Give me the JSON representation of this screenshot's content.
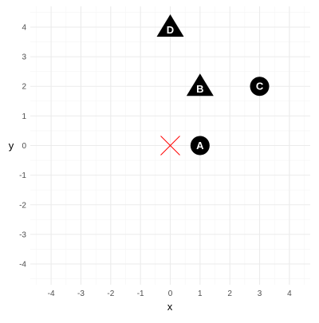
{
  "chart_data": {
    "type": "scatter",
    "title": "",
    "xlabel": "x",
    "ylabel": "y",
    "xlim": [
      -4.7,
      4.7
    ],
    "ylim": [
      -4.7,
      4.7
    ],
    "grid": true,
    "x_ticks": [
      -4,
      -3,
      -2,
      -1,
      0,
      1,
      2,
      3,
      4
    ],
    "y_ticks": [
      -4,
      -3,
      -2,
      -1,
      0,
      1,
      2,
      3,
      4
    ],
    "tick_labels_x": [
      "-4",
      "-3",
      "-2",
      "-1",
      "0",
      "1",
      "2",
      "3",
      "4"
    ],
    "tick_labels_y": [
      "-4",
      "-3",
      "-2",
      "-1",
      "0",
      "1",
      "2",
      "3",
      "4"
    ],
    "points": [
      {
        "label": "A",
        "x": 1,
        "y": 0,
        "shape": "circle",
        "color": "#000000"
      },
      {
        "label": "B",
        "x": 1,
        "y": 2,
        "shape": "triangle",
        "color": "#000000"
      },
      {
        "label": "C",
        "x": 3,
        "y": 2,
        "shape": "circle",
        "color": "#000000"
      },
      {
        "label": "D",
        "x": 0,
        "y": 4,
        "shape": "triangle",
        "color": "#000000"
      }
    ],
    "origin_marker": {
      "x": 0,
      "y": 0,
      "shape": "cross",
      "color": "#ff0000"
    },
    "colors": {
      "background": "#ffffff",
      "grid_major": "#ebebeb",
      "grid_minor": "#f5f5f5",
      "point_fill": "#000000",
      "point_text": "#ffffff",
      "cross": "#ff0000"
    }
  }
}
